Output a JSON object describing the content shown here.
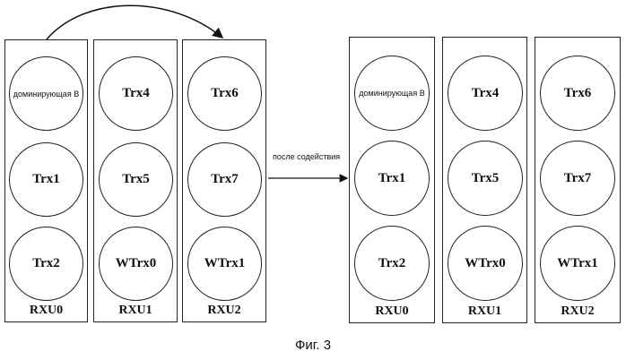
{
  "before": {
    "racks": [
      {
        "label": "RXU0",
        "units": [
          "доминирующая В",
          "Trx1",
          "Trx2"
        ]
      },
      {
        "label": "RXU1",
        "units": [
          "Trx4",
          "Trx5",
          "WTrx0"
        ]
      },
      {
        "label": "RXU2",
        "units": [
          "Trx6",
          "Trx7",
          "WTrx1"
        ]
      }
    ]
  },
  "after": {
    "racks": [
      {
        "label": "RXU0",
        "units": [
          "доминирующая В",
          "Trx1",
          "Trx2"
        ]
      },
      {
        "label": "RXU1",
        "units": [
          "Trx4",
          "Trx5",
          "WTrx0"
        ]
      },
      {
        "label": "RXU2",
        "units": [
          "Trx6",
          "Trx7",
          "WTrx1"
        ]
      }
    ]
  },
  "transition_label": "после содействия",
  "caption": "Фиг. 3"
}
